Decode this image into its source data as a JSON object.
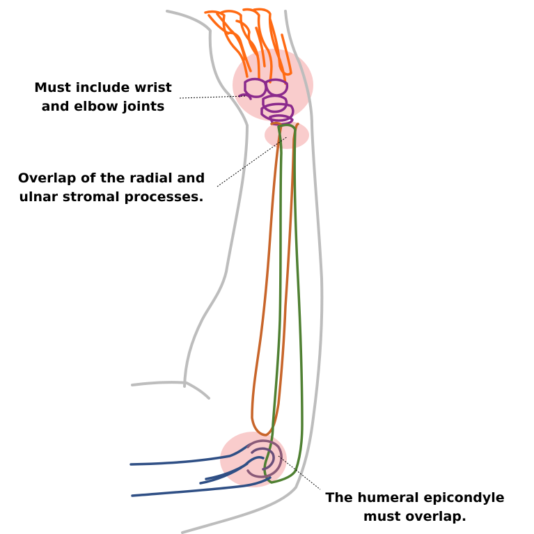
{
  "annotations": {
    "joints": {
      "line1": "Must include wrist",
      "line2": "and elbow joints"
    },
    "stromal": {
      "line1": "Overlap of the radial and",
      "line2": "ulnar stromal processes."
    },
    "epicondyle": {
      "line1": "The humeral epicondyle",
      "line2": "must overlap."
    }
  },
  "colors": {
    "outline": "#bdbdbd",
    "hand_bones": "#ff6a13",
    "carpals": "#8b2a8c",
    "radius": "#c8652a",
    "ulna": "#4f8032",
    "humerus": "#2f4f85",
    "highlight": "#f7b6b6"
  }
}
